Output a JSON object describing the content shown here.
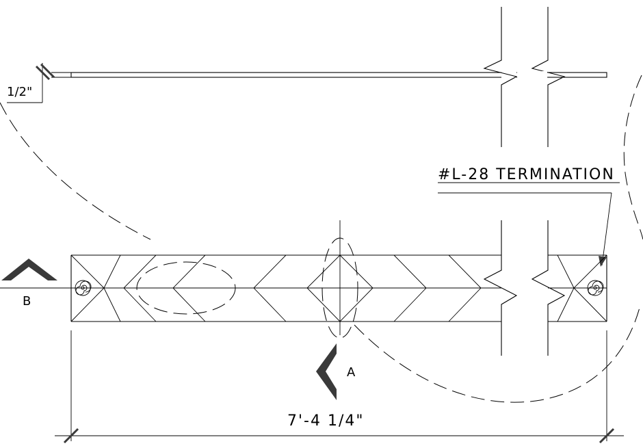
{
  "labels": {
    "thickness": "1/2\"",
    "termination": "#L-28 TERMINATION",
    "section_b": "B",
    "section_a": "A",
    "overall_length": "7'-4 1/4\""
  },
  "colors": {
    "line": "#000000",
    "marker": "#3a3a3a",
    "background": "#ffffff"
  }
}
